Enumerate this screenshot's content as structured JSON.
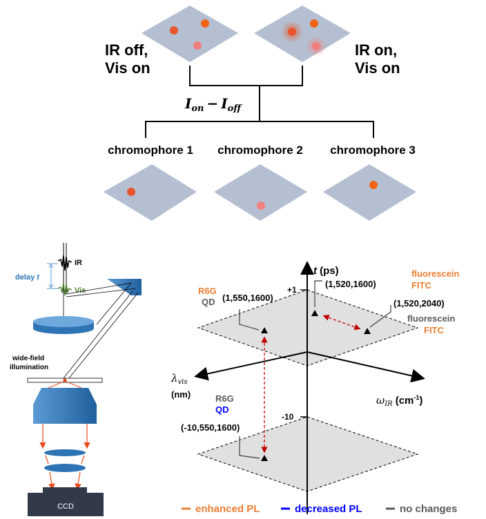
{
  "top": {
    "left_label_line1": "IR off,",
    "left_label_line2": "Vis on",
    "right_label_line1": "IR on,",
    "right_label_line2": "Vis on",
    "equation_main": "I",
    "equation_sub_on": "on",
    "equation_minus": "−",
    "equation_sub_off": "off",
    "chromophores": [
      "chromophore 1",
      "chromophore 2",
      "chromophore 3"
    ]
  },
  "setup": {
    "ir_label": "IR",
    "vis_label": "Vis",
    "delay_label": "delay",
    "delay_var": "t",
    "illumination_line1": "wide-field",
    "illumination_line2": "illumination",
    "ccd_label": "CCD"
  },
  "plot3d": {
    "t_axis_label": "t",
    "t_axis_unit": "(ps)",
    "t_plus": "+1",
    "t_minus": "-10",
    "lambda_symbol": "λ",
    "lambda_sub": "vis",
    "lambda_unit": "(nm)",
    "omega_symbol": "ω",
    "omega_sub": "IR",
    "omega_unit": "(cm",
    "omega_sup": "-1",
    "omega_close": ")",
    "points": [
      {
        "label": "(1,520,1600)"
      },
      {
        "label": "(1,550,1600)"
      },
      {
        "label": "(1,520,2040)"
      },
      {
        "label": "(-10,550,1600)"
      }
    ],
    "tags": {
      "top_right_1": "fluorescein",
      "top_right_2": "FITC",
      "mid_right_1": "fluorescein",
      "mid_right_2": "FITC",
      "left_1": "R6G",
      "left_2": "QD",
      "bottom_1": "R6G",
      "bottom_2": "QD"
    }
  },
  "legend": {
    "items": [
      {
        "label": "enhanced PL",
        "color": "#ed7d31"
      },
      {
        "label": "decreased PL",
        "color": "#0000ff"
      },
      {
        "label": "no changes",
        "color": "#595959"
      }
    ]
  },
  "colors": {
    "panel": "#b4bfd1",
    "dot_red": "#e8542c",
    "dot_orange": "#f06414",
    "dot_pink": "#f08080",
    "optic_blue": "#2e74b5",
    "ccd_dark": "#323a4a",
    "arrow_red": "#e84c1c",
    "orange_text": "#ed7d31",
    "gray_text": "#595959"
  }
}
